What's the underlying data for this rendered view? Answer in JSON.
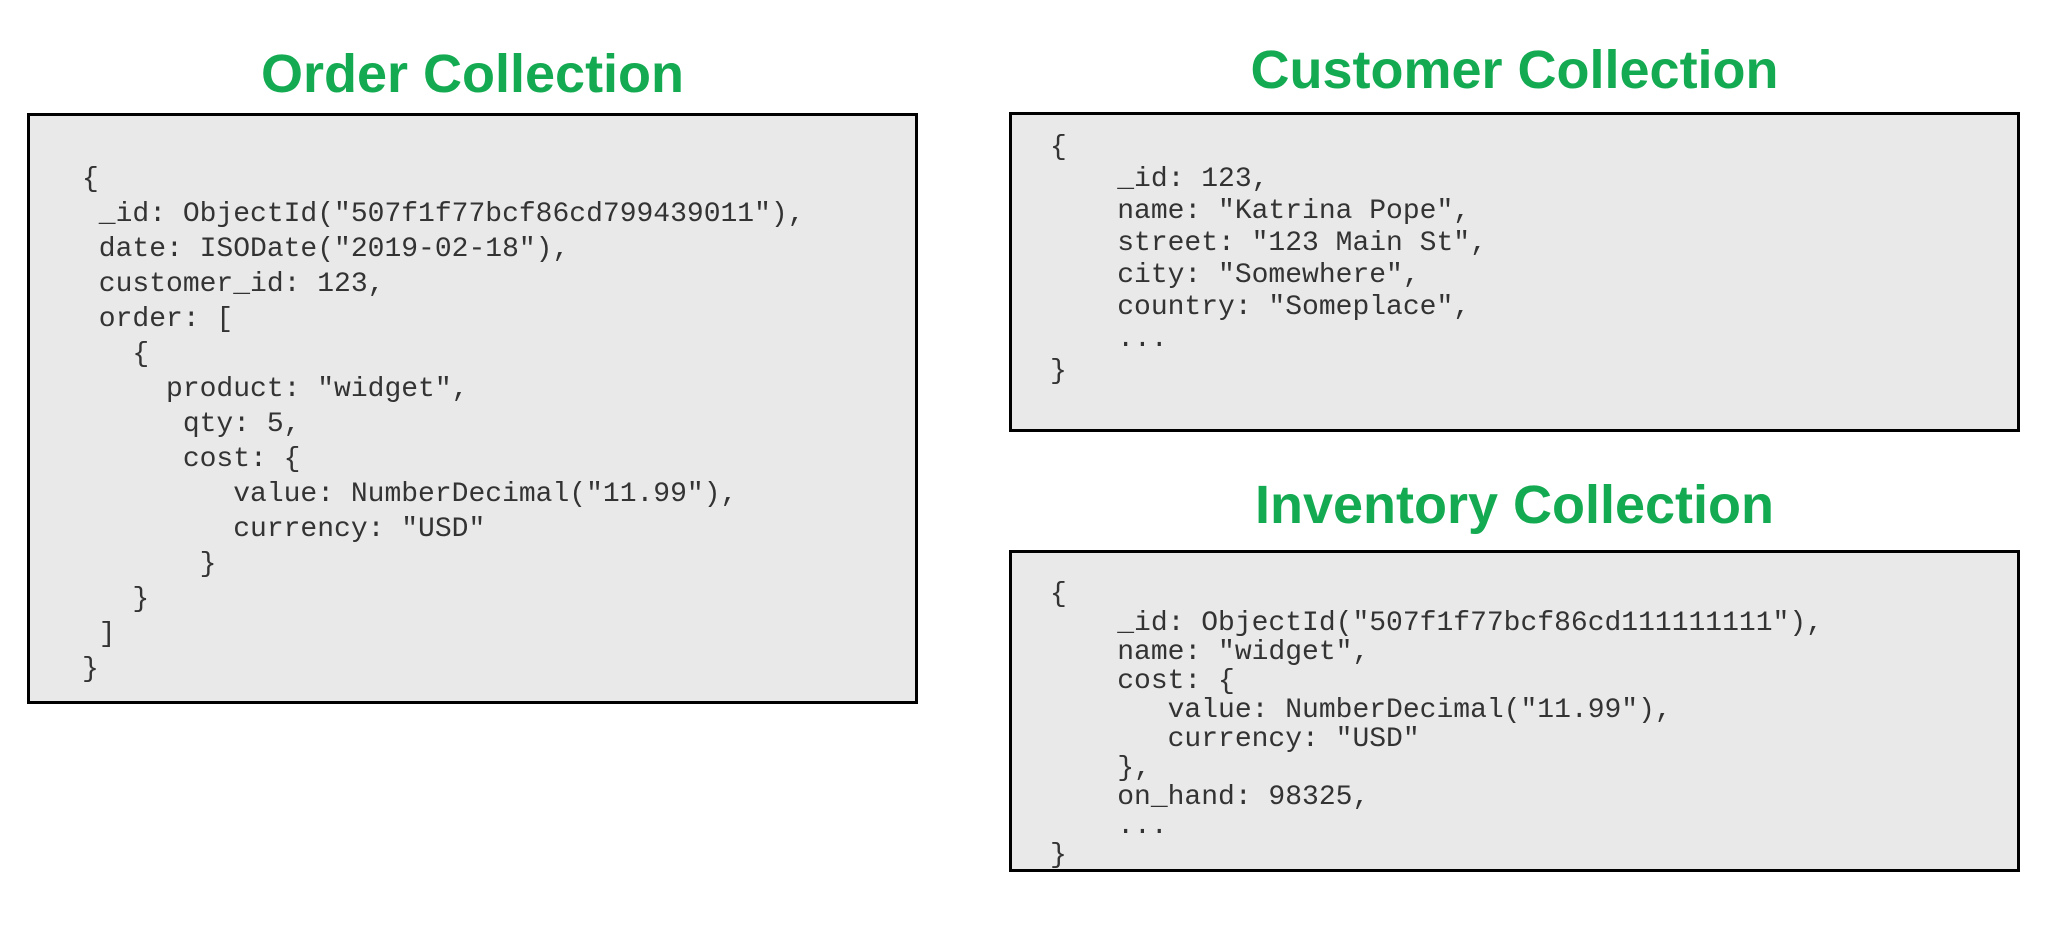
{
  "colors": {
    "title_green": "#13aa52",
    "panel_background": "#e9e9e9",
    "panel_border": "#000000",
    "code_text": "#333333",
    "page_background": "#ffffff"
  },
  "panels": {
    "order": {
      "title": "Order Collection",
      "code_lines": [
        "{",
        " _id: ObjectId(\"507f1f77bcf86cd799439011\"),",
        " date: ISODate(\"2019-02-18\"),",
        " customer_id: 123,",
        " order: [",
        "   {",
        "     product: \"widget\",",
        "      qty: 5,",
        "      cost: {",
        "         value: NumberDecimal(\"11.99\"),",
        "         currency: \"USD\"",
        "       }",
        "   }",
        " ]",
        "}"
      ]
    },
    "customer": {
      "title": "Customer Collection",
      "code_lines": [
        "{",
        "    _id: 123,",
        "    name: \"Katrina Pope\",",
        "    street: \"123 Main St\",",
        "    city: \"Somewhere\",",
        "    country: \"Someplace\",",
        "    ...",
        "}"
      ]
    },
    "inventory": {
      "title": "Inventory Collection",
      "code_lines": [
        "{",
        "    _id: ObjectId(\"507f1f77bcf86cd111111111\"),",
        "    name: \"widget\",",
        "    cost: {",
        "       value: NumberDecimal(\"11.99\"),",
        "       currency: \"USD\"",
        "    },",
        "    on_hand: 98325,",
        "    ...",
        "}"
      ]
    }
  }
}
